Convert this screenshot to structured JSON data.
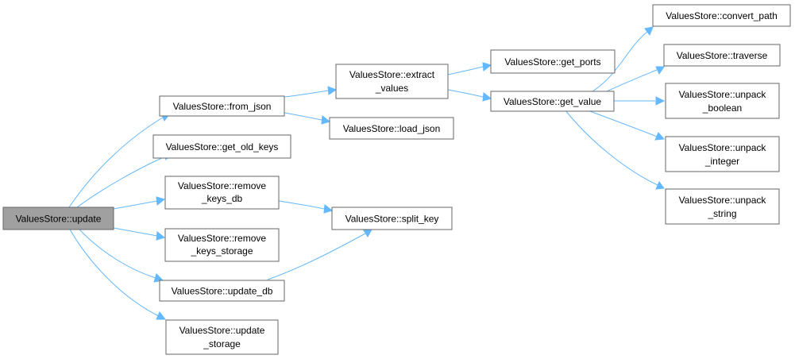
{
  "colors": {
    "edge": "#63b8ff",
    "node_border": "#666666",
    "root_fill": "#a0a0a0",
    "node_fill": "#ffffff"
  },
  "nodes": {
    "update": {
      "lines": [
        "ValuesStore::update"
      ]
    },
    "from_json": {
      "lines": [
        "ValuesStore::from_json"
      ]
    },
    "get_old_keys": {
      "lines": [
        "ValuesStore::get_old_keys"
      ]
    },
    "remove_keys_db": {
      "lines": [
        "ValuesStore::remove",
        "_keys_db"
      ]
    },
    "remove_keys_storage": {
      "lines": [
        "ValuesStore::remove",
        "_keys_storage"
      ]
    },
    "update_db": {
      "lines": [
        "ValuesStore::update_db"
      ]
    },
    "update_storage": {
      "lines": [
        "ValuesStore::update",
        "_storage"
      ]
    },
    "extract_values": {
      "lines": [
        "ValuesStore::extract",
        "_values"
      ]
    },
    "load_json": {
      "lines": [
        "ValuesStore::load_json"
      ]
    },
    "split_key": {
      "lines": [
        "ValuesStore::split_key"
      ]
    },
    "get_ports": {
      "lines": [
        "ValuesStore::get_ports"
      ]
    },
    "get_value": {
      "lines": [
        "ValuesStore::get_value"
      ]
    },
    "convert_path": {
      "lines": [
        "ValuesStore::convert_path"
      ]
    },
    "traverse": {
      "lines": [
        "ValuesStore::traverse"
      ]
    },
    "unpack_boolean": {
      "lines": [
        "ValuesStore::unpack",
        "_boolean"
      ]
    },
    "unpack_integer": {
      "lines": [
        "ValuesStore::unpack",
        "_integer"
      ]
    },
    "unpack_string": {
      "lines": [
        "ValuesStore::unpack",
        "_string"
      ]
    }
  }
}
